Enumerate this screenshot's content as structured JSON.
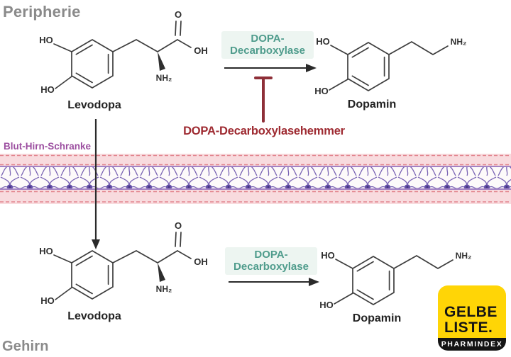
{
  "labels": {
    "periphery": "Peripherie",
    "brain": "Gehirn",
    "barrier": "Blut-Hirn-Schranke"
  },
  "molecules": {
    "levodopa": {
      "name": "Levodopa",
      "ho_top": "HO",
      "ho_bottom": "HO",
      "carbonyl_o": "O",
      "hydroxyl": "OH",
      "amine": "NH₂"
    },
    "dopamin": {
      "name": "Dopamin",
      "ho_top": "HO",
      "ho_bottom": "HO",
      "amine": "NH₂"
    }
  },
  "enzyme": {
    "line1": "DOPA-",
    "line2": "Decarboxylase"
  },
  "inhibitor": {
    "label": "DOPA-Decarboxylasehemmer"
  },
  "logo": {
    "title_line1": "GELBE",
    "title_line2": "LISTE.",
    "subtitle": "PHARMINDEX"
  },
  "colors": {
    "region_label_gray": "#8a8a8a",
    "enzyme_teal": "#4f9c8c",
    "enzyme_bg": "#edf5f1",
    "inhibitor_red": "#9e2a31",
    "barrier_label_purple": "#9c4fa0",
    "barrier_pink": "#f8dbde",
    "barrier_dash_pink": "#e2848d",
    "barrier_line_purple": "#a282c4",
    "barrier_cell_purple": "#7a64b4",
    "arrow_black": "#2a2a2a",
    "logo_yellow": "#ffd506",
    "logo_black": "#141414"
  }
}
